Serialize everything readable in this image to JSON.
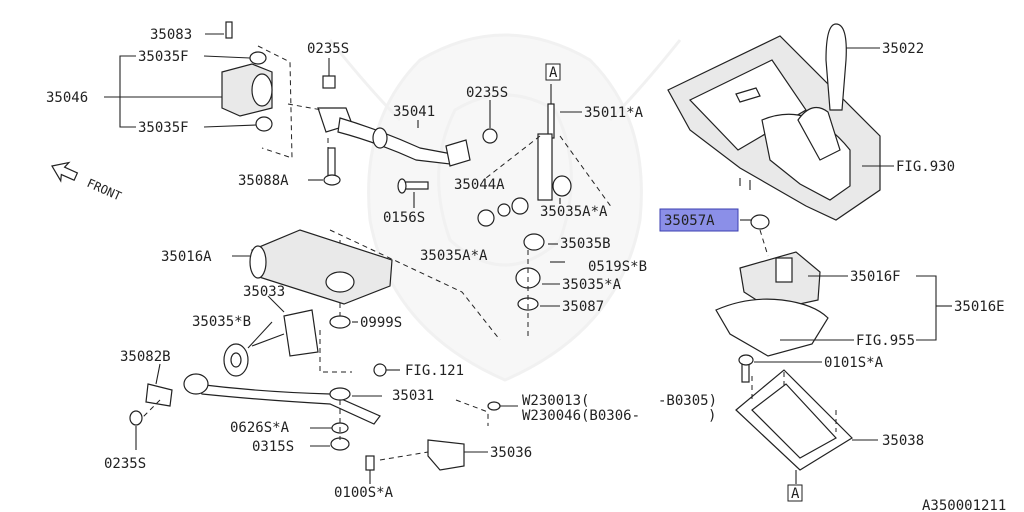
{
  "diagram": {
    "labels": {
      "p35083": "35083",
      "p35035F_top": "35035F",
      "p35046": "35046",
      "p35035F_bottom": "35035F",
      "p35088A": "35088A",
      "p0235S_top": "0235S",
      "p35041": "35041",
      "p0235S_mid": "0235S",
      "p35011A": "35011*A",
      "ref_A_top": "A",
      "p0156S": "0156S",
      "p35044A": "35044A",
      "p35035AA_right": "35035A*A",
      "p35035AA_left": "35035A*A",
      "p35035B": "35035B",
      "p0519SB": "0519S*B",
      "p35035A": "35035*A",
      "p35087": "35087",
      "p35016A": "35016A",
      "p35033": "35033",
      "p35035B_star": "35035*B",
      "p0999S": "0999S",
      "p35082B": "35082B",
      "pFIG121": "FIG.121",
      "p35031": "35031",
      "pW230013": "W230013(",
      "pB0305": "-B0305)",
      "pW230046": "W230046(B0306-",
      "pParen": ")",
      "p0626SA": "0626S*A",
      "p0315S": "0315S",
      "p0235S_bottom": "0235S",
      "p35036": "35036",
      "p0100SA": "0100S*A",
      "p35022": "35022",
      "pFIG930": "FIG.930",
      "p35057A": "35057A",
      "p35016F": "35016F",
      "p35016E": "35016E",
      "pFIG955": "FIG.955",
      "p0101SA": "0101S*A",
      "p35038": "35038",
      "ref_A_bottom": "A",
      "front": "FRONT",
      "code": "A350001211"
    },
    "highlight_color": "#8b8fe8"
  }
}
